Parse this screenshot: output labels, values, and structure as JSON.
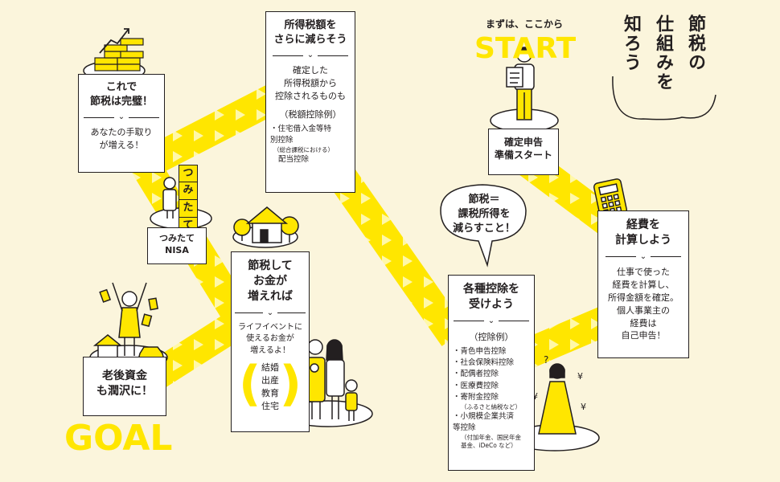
{
  "title_lines": [
    "節税の",
    "仕組みを",
    "知ろう"
  ],
  "start": {
    "lead": "まずは、ここから",
    "label": "START"
  },
  "goal": {
    "label": "GOAL"
  },
  "bubble": "節税＝\n課税所得を\n減らすこと！",
  "steps": {
    "prep": {
      "title": "確定申告\n準備スタート"
    },
    "expenses": {
      "title": "経費を\n計算しよう",
      "body": "仕事で使った\n経費を計算し、\n所得金額を確定。\n個人事業主の\n経費は\n自己申告！"
    },
    "deductions": {
      "title": "各種控除を\n受けよう",
      "heading": "（控除例）",
      "items": [
        "青色申告控除",
        "社会保険料控除",
        "配偶者控除",
        "医療費控除",
        "寄附金控除"
      ],
      "note1": "（ふるさと納税など）",
      "item_last": "小規模企業共済\n等控除",
      "note2": "（付加年金、国民年金\n基金、iDeCo など）"
    },
    "tax_credit": {
      "title": "所得税額を\nさらに減らそう",
      "body": "確定した\n所得税額から\n控除されるものも",
      "heading": "（税額控除例）",
      "items": [
        "住宅借入金等特\n別控除"
      ],
      "note": "（総合課税における）",
      "item_last": "配当控除"
    },
    "savings": {
      "title": "節税して\nお金が\n増えれば",
      "body": "ライフイベントに\n使えるお金が\n増えるよ！",
      "events": [
        "結婚",
        "出産",
        "教育",
        "住宅"
      ]
    },
    "nisa": {
      "title": "つみたて\nNISA"
    },
    "complete": {
      "title": "これで\n節税は完璧！",
      "body": "あなたの手取り\nが増える！"
    },
    "goal_box": {
      "title": "老後資金\nも潤沢に！"
    }
  },
  "tsumitate_blocks": [
    "つ",
    "み",
    "た",
    "て"
  ],
  "colors": {
    "accent": "#ffe600",
    "ink": "#231f20",
    "background": "#fbf5dc"
  }
}
